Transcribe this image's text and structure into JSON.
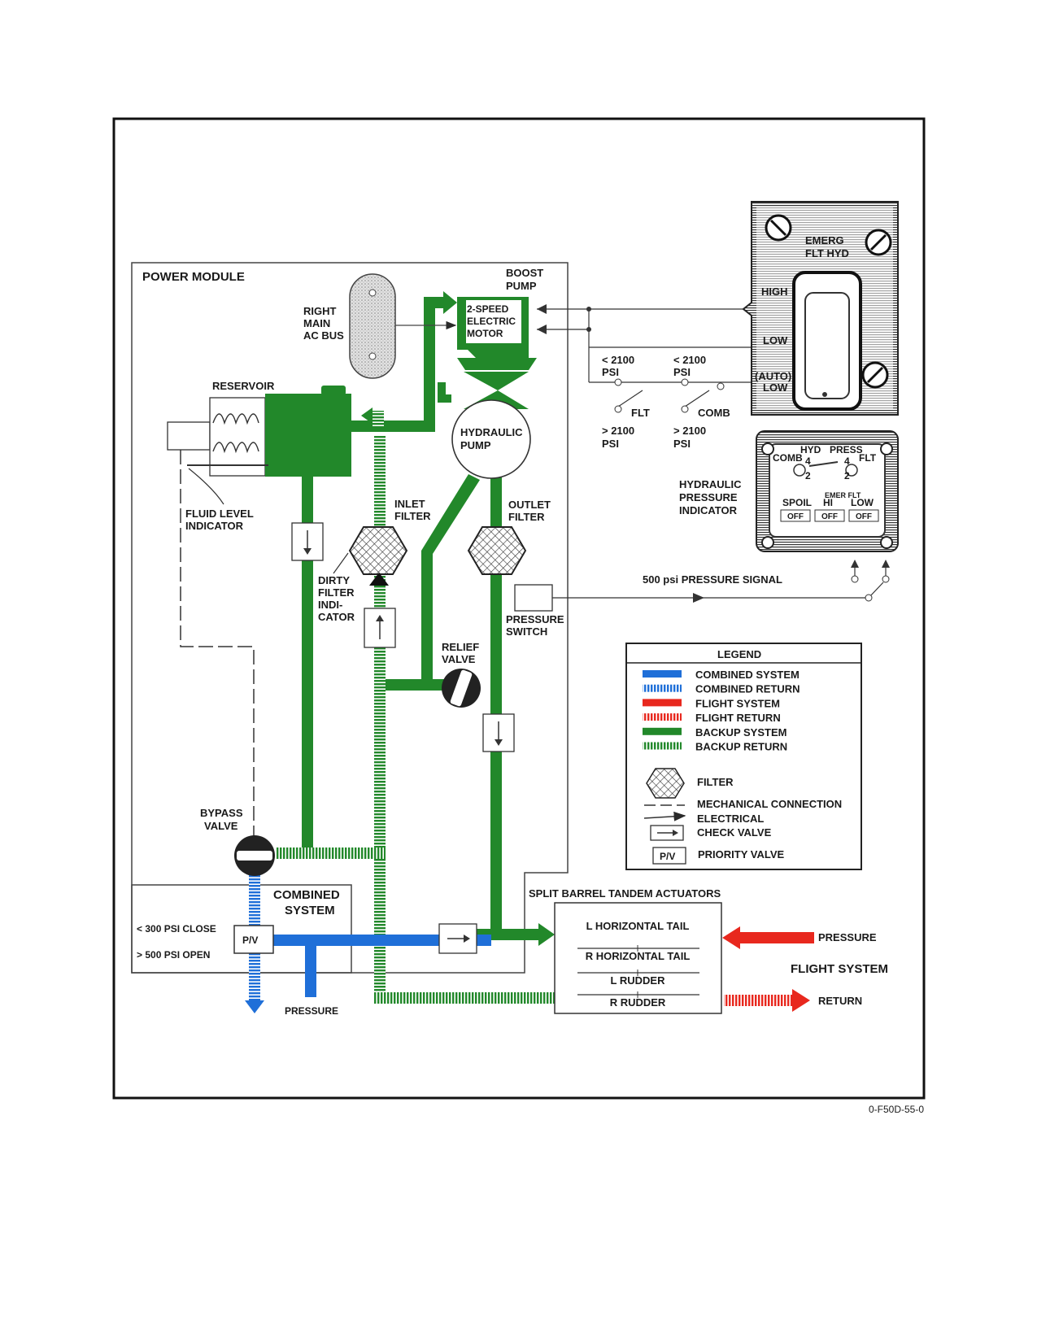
{
  "figure_id": "0-F50D-55-0",
  "power_module": {
    "title": "POWER MODULE",
    "boost_pump": [
      "BOOST",
      "PUMP"
    ],
    "motor": [
      "2-SPEED",
      "ELECTRIC",
      "MOTOR"
    ],
    "ac_bus": [
      "RIGHT",
      "MAIN",
      "AC BUS"
    ],
    "reservoir": "RESERVOIR",
    "fluid_level": [
      "FLUID LEVEL",
      "INDICATOR"
    ],
    "hydraulic_pump": [
      "HYDRAULIC",
      "PUMP"
    ],
    "inlet_filter": [
      "INLET",
      "FILTER"
    ],
    "outlet_filter": [
      "OUTLET",
      "FILTER"
    ],
    "dirty_filter": [
      "DIRTY",
      "FILTER",
      "INDI-",
      "CATOR"
    ],
    "relief_valve": [
      "RELIEF",
      "VALVE"
    ],
    "pressure_switch": [
      "PRESSURE",
      "SWITCH"
    ],
    "bypass_valve": [
      "BYPASS",
      "VALVE"
    ]
  },
  "combined_system": {
    "title": [
      "COMBINED",
      "SYSTEM"
    ],
    "close_label": "< 300 PSI CLOSE",
    "open_label": "> 500 PSI OPEN",
    "priority_valve": "P/V",
    "pressure": "PRESSURE"
  },
  "switches": {
    "lt2100_a": [
      "< 2100",
      "PSI"
    ],
    "lt2100_b": [
      "< 2100",
      "PSI"
    ],
    "gt2100_a": [
      "> 2100",
      "PSI"
    ],
    "gt2100_b": [
      "> 2100",
      "PSI"
    ],
    "flt": "FLT",
    "comb": "COMB"
  },
  "emerg_panel": {
    "title": [
      "EMERG",
      "FLT HYD"
    ],
    "high": "HIGH",
    "low": "LOW",
    "auto": "(AUTO)",
    "auto_low": "LOW"
  },
  "pressure_indicator": {
    "caption": [
      "HYDRAULIC",
      "PRESSURE",
      "INDICATOR"
    ],
    "hyd": "HYD",
    "press": "PRESS",
    "comb": "COMB",
    "flt": "FLT",
    "spoil": "SPOIL",
    "emer_flt": "EMER FLT",
    "hi": "HI",
    "low": "LOW",
    "off": "OFF",
    "gauge_4": "4",
    "gauge_2": "2"
  },
  "signal": "500 psi PRESSURE SIGNAL",
  "actuators": {
    "title": "SPLIT BARREL TANDEM ACTUATORS",
    "items": [
      "L HORIZONTAL TAIL",
      "R HORIZONTAL TAIL",
      "L RUDDER",
      "R RUDDER"
    ]
  },
  "flight_system": {
    "title": "FLIGHT SYSTEM",
    "pressure": "PRESSURE",
    "return": "RETURN"
  },
  "legend": {
    "title": "LEGEND",
    "items": [
      {
        "label": "COMBINED SYSTEM",
        "color": "#1f6fd8",
        "style": "solid"
      },
      {
        "label": "COMBINED RETURN",
        "color": "#1f6fd8",
        "style": "hatched"
      },
      {
        "label": "FLIGHT SYSTEM",
        "color": "#e8281e",
        "style": "solid"
      },
      {
        "label": "FLIGHT RETURN",
        "color": "#e8281e",
        "style": "hatched"
      },
      {
        "label": "BACKUP SYSTEM",
        "color": "#22882a",
        "style": "solid"
      },
      {
        "label": "BACKUP RETURN",
        "color": "#22882a",
        "style": "hatched"
      }
    ],
    "filter": "FILTER",
    "mechanical": "MECHANICAL CONNECTION",
    "electrical": "ELECTRICAL",
    "check_valve": "CHECK VALVE",
    "priority_valve_sym": "P/V",
    "priority_valve": "PRIORITY VALVE"
  },
  "colors": {
    "backup": "#22882a",
    "combined": "#1f6fd8",
    "flight": "#e8281e",
    "line": "#2a2a2a"
  }
}
